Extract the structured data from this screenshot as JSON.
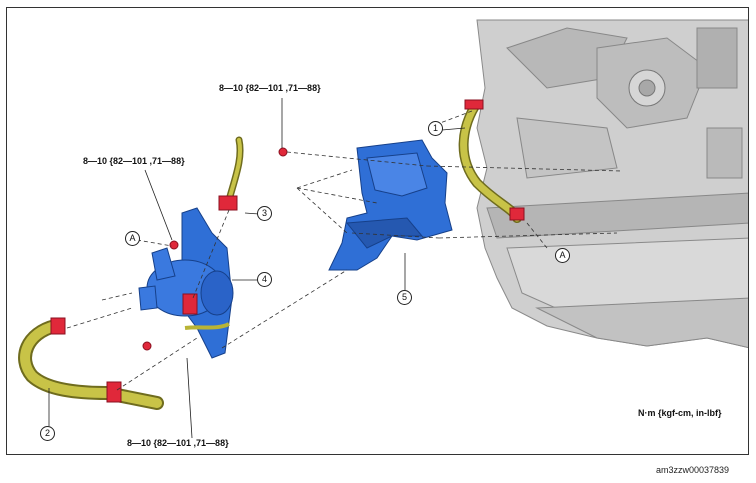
{
  "torque_labels": {
    "top": "8—10 {82—101 ,71—88}",
    "left": "8—10 {82—101 ,71—88}",
    "bottom": "8—10 {82—101 ,71—88}"
  },
  "callouts": {
    "c1": "1",
    "c2": "2",
    "c3": "3",
    "c4": "4",
    "c5": "5",
    "ref_a_left": "A",
    "ref_a_right": "A"
  },
  "legend": "N·m {kgf-cm, in-lbf}",
  "figure_id": "am3zzw00037839",
  "colors": {
    "bracket_blue": "#2f6fd6",
    "hose_yellow": "#b9b436",
    "clamp_red": "#e0283a",
    "engine_gray": "#c9c9c9"
  }
}
